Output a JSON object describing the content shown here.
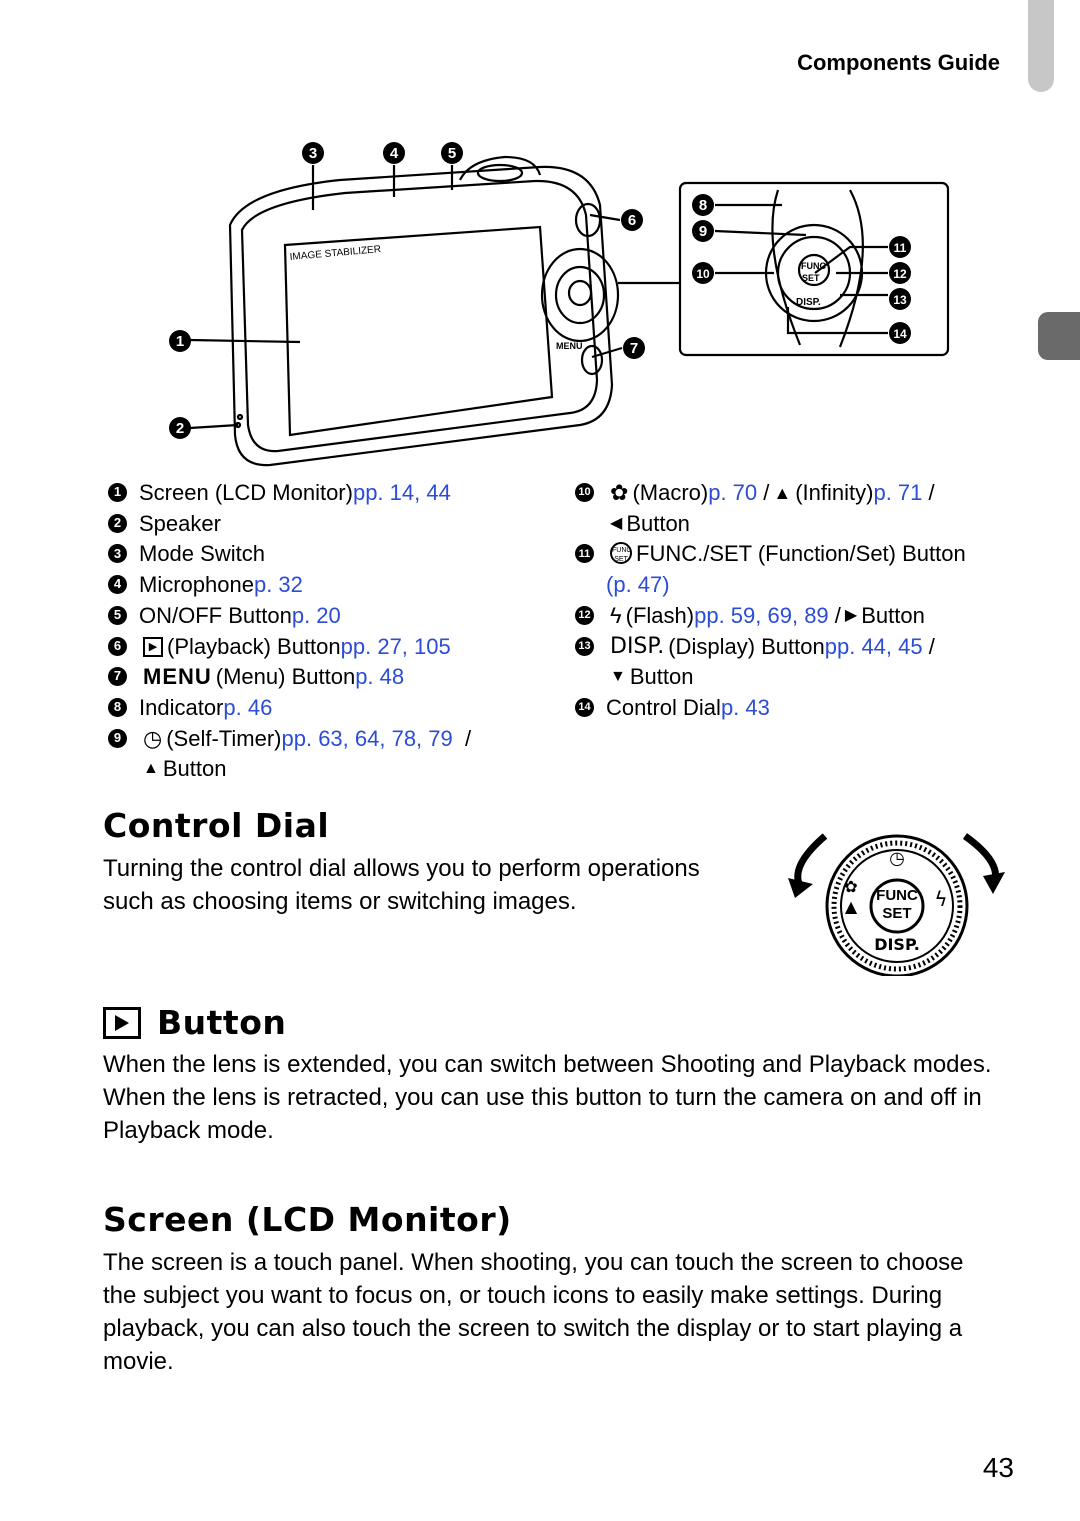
{
  "header": {
    "section": "Components Guide"
  },
  "figure": {
    "callouts": [
      "1",
      "2",
      "3",
      "4",
      "5",
      "6",
      "7",
      "8",
      "9",
      "10",
      "11",
      "12",
      "13",
      "14"
    ]
  },
  "legend": [
    {
      "n": "1",
      "before": "Screen (LCD Monitor) ",
      "link": "pp. 14, 44",
      "after": ""
    },
    {
      "n": "2",
      "before": "Speaker",
      "link": "",
      "after": ""
    },
    {
      "n": "3",
      "before": "Mode Switch",
      "link": "",
      "after": ""
    },
    {
      "n": "4",
      "before": "Microphone ",
      "link": "p. 32",
      "after": ""
    },
    {
      "n": "5",
      "before": "ON/OFF Button ",
      "link": "p. 20",
      "after": ""
    },
    {
      "n": "6",
      "before": "(Playback) Button ",
      "link": "pp. 27, 105",
      "after": ""
    },
    {
      "n": "7",
      "before": "(Menu) Button ",
      "link": "p. 48",
      "after": ""
    },
    {
      "n": "8",
      "before": "Indicator ",
      "link": "p. 46",
      "after": ""
    },
    {
      "n": "9",
      "before": "(Self-Timer) ",
      "link": "pp. 63, 64, 78, 79",
      "after": "  /"
    },
    {
      "n": "9b",
      "before": "Button",
      "link": "",
      "after": ""
    },
    {
      "n": "10",
      "before": "(Macro) ",
      "link": "p. 70",
      "after": " /"
    },
    {
      "n": "10b",
      "before": "(Infinity) ",
      "link": "p. 71",
      "after": " /"
    },
    {
      "n": "10c",
      "before": "Button",
      "link": "",
      "after": ""
    },
    {
      "n": "11",
      "before": "FUNC./SET (Function/Set) Button",
      "link": "p. 47",
      "after": ""
    },
    {
      "n": "12",
      "before": "(Flash) ",
      "link": "pp. 59, 69, 89",
      "after": " /"
    },
    {
      "n": "12b",
      "before": "Button",
      "link": "",
      "after": ""
    },
    {
      "n": "13",
      "before": "(Display) Button ",
      "link": "pp. 44, 45",
      "after": " /"
    },
    {
      "n": "13b",
      "before": "Button",
      "link": "",
      "after": ""
    },
    {
      "n": "14",
      "before": "Control Dial ",
      "link": "p. 43",
      "after": ""
    }
  ],
  "labels": {
    "menu": "MENU",
    "disp": "DISP.",
    "func": "FUNC",
    "set": "SET",
    "img_stab": "IMAGE STABILIZER"
  },
  "sections": {
    "control_dial": {
      "title": "Control Dial",
      "text": "Turning the control dial allows you to perform operations such as choosing items or switching images."
    },
    "play_button": {
      "title": "Button",
      "text": "When the lens is extended, you can switch between Shooting and Playback modes. When the lens is retracted, you can use this button to turn the camera on and off in Playback mode."
    },
    "screen": {
      "title": "Screen (LCD Monitor)",
      "text": "The screen is a touch panel. When shooting, you can touch the screen to choose the subject you want to focus on, or touch icons to easily make settings. During playback, you can also touch the screen to switch the display or to start playing a movie."
    }
  },
  "page_number": "43"
}
